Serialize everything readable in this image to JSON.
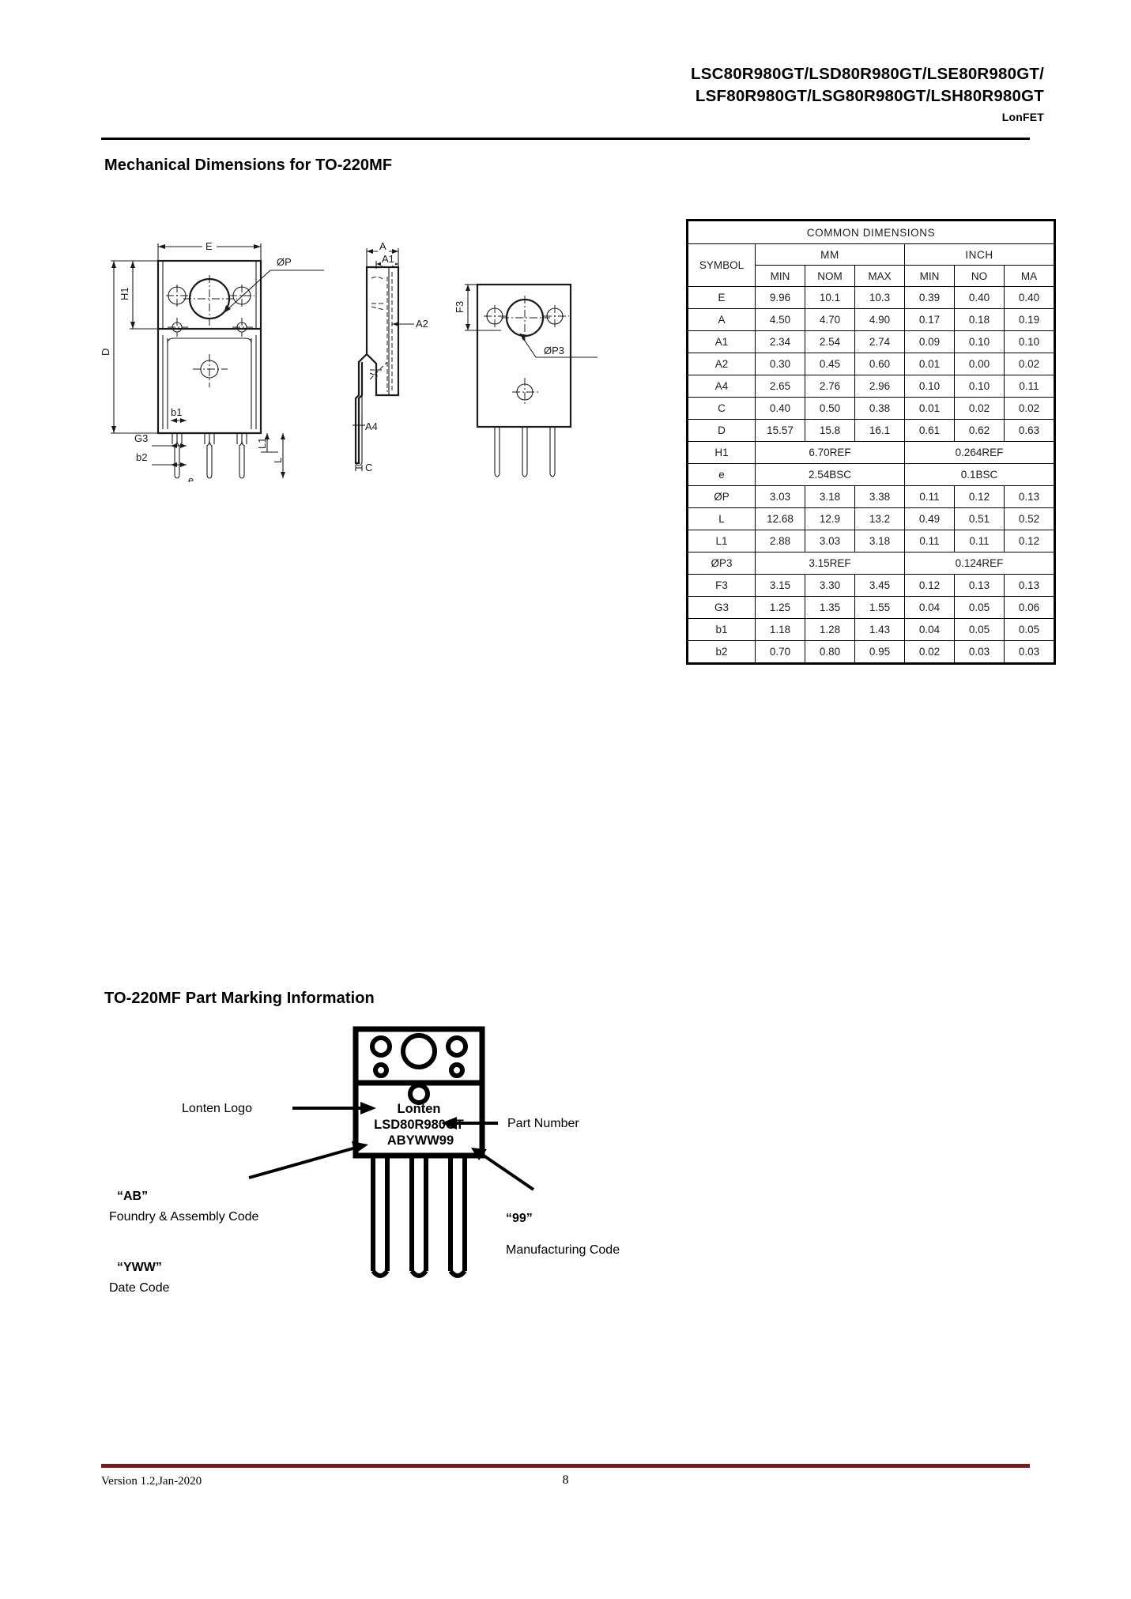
{
  "header": {
    "part_line1": "LSC80R980GT/LSD80R980GT/LSE80R980GT/",
    "part_line2": "LSF80R980GT/LSG80R980GT/LSH80R980GT",
    "brand": "LonFET"
  },
  "sections": {
    "mechanical_title": "Mechanical Dimensions for TO-220MF",
    "marking_title": "TO-220MF Part Marking Information"
  },
  "dim_table": {
    "title": "COMMON DIMENSIONS",
    "symbol_header": "SYMBOL",
    "group_mm": "MM",
    "group_inch": "INCH",
    "sub_headers": [
      "MIN",
      "NOM",
      "MAX",
      "MIN",
      "NO",
      "MA"
    ],
    "rows": [
      {
        "symbol": "E",
        "span": false,
        "values": [
          "9.96",
          "10.1",
          "10.3",
          "0.39",
          "0.40",
          "0.40"
        ]
      },
      {
        "symbol": "A",
        "span": false,
        "values": [
          "4.50",
          "4.70",
          "4.90",
          "0.17",
          "0.18",
          "0.19"
        ]
      },
      {
        "symbol": "A1",
        "span": false,
        "values": [
          "2.34",
          "2.54",
          "2.74",
          "0.09",
          "0.10",
          "0.10"
        ]
      },
      {
        "symbol": "A2",
        "span": false,
        "values": [
          "0.30",
          "0.45",
          "0.60",
          "0.01",
          "0.00",
          "0.02"
        ]
      },
      {
        "symbol": "A4",
        "span": false,
        "values": [
          "2.65",
          "2.76",
          "2.96",
          "0.10",
          "0.10",
          "0.11"
        ]
      },
      {
        "symbol": "C",
        "span": false,
        "values": [
          "0.40",
          "0.50",
          "0.38",
          "0.01",
          "0.02",
          "0.02"
        ]
      },
      {
        "symbol": "D",
        "span": false,
        "values": [
          "15.57",
          "15.8",
          "16.1",
          "0.61",
          "0.62",
          "0.63"
        ]
      },
      {
        "symbol": "H1",
        "span": true,
        "values": [
          "6.70REF",
          "0.264REF"
        ]
      },
      {
        "symbol": "e",
        "span": true,
        "values": [
          "2.54BSC",
          "0.1BSC"
        ]
      },
      {
        "symbol": "ØP",
        "span": false,
        "values": [
          "3.03",
          "3.18",
          "3.38",
          "0.11",
          "0.12",
          "0.13"
        ]
      },
      {
        "symbol": "L",
        "span": false,
        "values": [
          "12.68",
          "12.9",
          "13.2",
          "0.49",
          "0.51",
          "0.52"
        ]
      },
      {
        "symbol": "L1",
        "span": false,
        "values": [
          "2.88",
          "3.03",
          "3.18",
          "0.11",
          "0.11",
          "0.12"
        ]
      },
      {
        "symbol": "ØP3",
        "span": true,
        "values": [
          "3.15REF",
          "0.124REF"
        ]
      },
      {
        "symbol": "F3",
        "span": false,
        "values": [
          "3.15",
          "3.30",
          "3.45",
          "0.12",
          "0.13",
          "0.13"
        ]
      },
      {
        "symbol": "G3",
        "span": false,
        "values": [
          "1.25",
          "1.35",
          "1.55",
          "0.04",
          "0.05",
          "0.06"
        ]
      },
      {
        "symbol": "b1",
        "span": false,
        "values": [
          "1.18",
          "1.28",
          "1.43",
          "0.04",
          "0.05",
          "0.05"
        ]
      },
      {
        "symbol": "b2",
        "span": false,
        "values": [
          "0.70",
          "0.80",
          "0.95",
          "0.02",
          "0.03",
          "0.03"
        ]
      }
    ]
  },
  "drawing_labels": {
    "front": {
      "E": "E",
      "OP": "ØP",
      "H1": "H1",
      "D": "D",
      "b1": "b1",
      "G3": "G3",
      "b2": "b2",
      "e": "e",
      "L": "L",
      "L1": "L1"
    },
    "side": {
      "A": "A",
      "A1": "A1",
      "A2": "A2",
      "A4": "A4",
      "C": "C"
    },
    "rear": {
      "F3": "F3",
      "OP3": "ØP3"
    }
  },
  "marking": {
    "chip_lines": [
      "Lonten",
      "LSD80R980GT",
      "ABYWW99"
    ],
    "callouts": {
      "logo": "Lonten Logo",
      "part_number": "Part Number",
      "ab_code": "“AB”",
      "ab_desc": "Foundry & Assembly Code",
      "yww_code": "“YWW”",
      "yww_desc": "Date Code",
      "nn_code": "“99”",
      "nn_desc": "Manufacturing Code"
    }
  },
  "footer": {
    "version": "Version 1.2,Jan-2020",
    "page": "8",
    "rule_color": "#6b2020"
  }
}
